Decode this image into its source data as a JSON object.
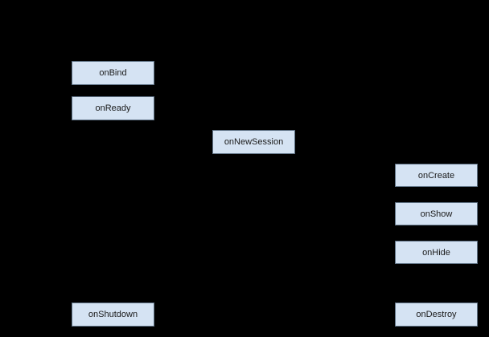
{
  "diagram": {
    "background_color": "#000000",
    "node_fill_color": "#d5e3f3",
    "node_border_color": "#5f7285",
    "node_text_color": "#1a1a1a",
    "nodes": [
      {
        "id": "onBind",
        "label": "onBind"
      },
      {
        "id": "onReady",
        "label": "onReady"
      },
      {
        "id": "onNewSession",
        "label": "onNewSession"
      },
      {
        "id": "onCreate",
        "label": "onCreate"
      },
      {
        "id": "onShow",
        "label": "onShow"
      },
      {
        "id": "onHide",
        "label": "onHide"
      },
      {
        "id": "onShutdown",
        "label": "onShutdown"
      },
      {
        "id": "onDestroy",
        "label": "onDestroy"
      }
    ]
  }
}
